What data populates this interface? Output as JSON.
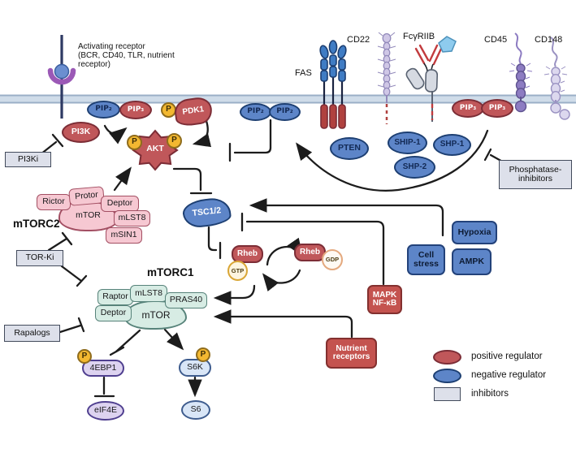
{
  "receptors": {
    "activating": {
      "line1": "Activating receptor",
      "line2": "(BCR, CD40, TLR, nutrient",
      "line3": "receptor)"
    },
    "fas": "FAS",
    "cd22": "CD22",
    "fcgr2b": "FcγRIIB",
    "cd45": "CD45",
    "cd148": "CD148"
  },
  "nodes": {
    "pip2": "PIP₂",
    "pip3": "PIP₃",
    "p": "P",
    "pdk1": "PDK1",
    "pi3k": "PI3K",
    "akt": "AKT",
    "pten": "PTEN",
    "ship1": "SHIP-1",
    "shp2": "SHP-2",
    "shp1": "SHP-1",
    "tsc12": "TSC1/2",
    "rheb": "Rheb",
    "gtp": "GTP",
    "gdp": "GDP",
    "ebp1": "4EBP1",
    "eif4e": "eIF4E",
    "s6k": "S6K",
    "s6": "S6"
  },
  "complexes": {
    "mtorc2": {
      "label": "mTORC2",
      "rictor": "Rictor",
      "protor": "Protor",
      "deptor": "Deptor",
      "mtor": "mTOR",
      "mlst8": "mLST8",
      "msin1": "mSIN1"
    },
    "mtorc1": {
      "label": "mTORC1",
      "raptor": "Raptor",
      "mlst8": "mLST8",
      "pras40": "PRAS40",
      "deptor": "Deptor",
      "mtor": "mTOR"
    }
  },
  "inhibitors": {
    "pi3ki": "PI3Ki",
    "torki": "TOR-Ki",
    "rapalogs": "Rapalogs",
    "phosphatase": {
      "line1": "Phosphatase-",
      "line2": "inhibitors"
    }
  },
  "regulators": {
    "mapk": {
      "line1": "MAPK",
      "line2": "NF-κB"
    },
    "nutrient": {
      "line1": "Nutrient",
      "line2": "receptors"
    },
    "cell_stress": {
      "line1": "Cell",
      "line2": "stress"
    },
    "hypoxia": "Hypoxia",
    "ampk": "AMPK"
  },
  "legend": {
    "positive": "positive regulator",
    "negative": "negative regulator",
    "inhibitors": "inhibitors"
  },
  "colors": {
    "positive_regulator": "#c0575a",
    "negative_regulator": "#5d85c8",
    "inhibitor_box": "#dde0ea",
    "phospho": "#f3b831",
    "mtorc2_complex": "#f6c8d2",
    "mtorc1_complex": "#d7ece4",
    "substrate_purple": "#ddd3f0",
    "substrate_blue": "#d9e6f7",
    "membrane": "#cfdce9"
  }
}
